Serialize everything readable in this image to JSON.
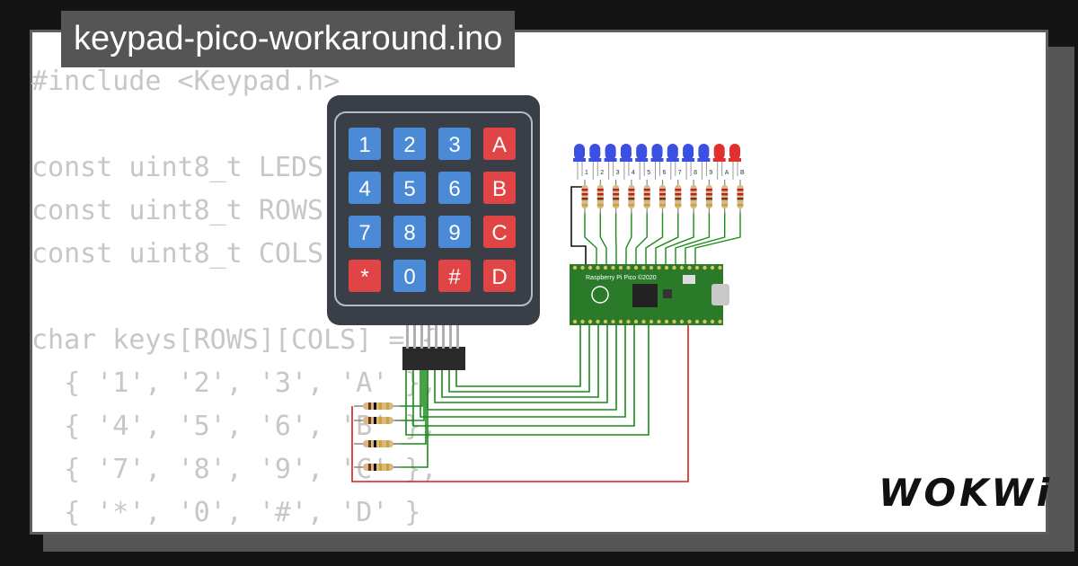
{
  "window": {
    "title": "keypad-pico-workaround.ino"
  },
  "code": {
    "lines": [
      "#include <Keypad.h>",
      "",
      "const uint8_t LEDS = 12;",
      "const uint8_t ROWS = 4;",
      "const uint8_t COLS = 4;",
      "",
      "char keys[ROWS][COLS] = {",
      "  { '1', '2', '3', 'A' },",
      "  { '4', '5', '6', 'B' },",
      "  { '7', '8', '9', 'C' },",
      "  { '*', '0', '#', 'D' }"
    ]
  },
  "keypad": {
    "keys": [
      {
        "label": "1",
        "color": "#4a8ad6"
      },
      {
        "label": "2",
        "color": "#4a8ad6"
      },
      {
        "label": "3",
        "color": "#4a8ad6"
      },
      {
        "label": "A",
        "color": "#e04444"
      },
      {
        "label": "4",
        "color": "#4a8ad6"
      },
      {
        "label": "5",
        "color": "#4a8ad6"
      },
      {
        "label": "6",
        "color": "#4a8ad6"
      },
      {
        "label": "B",
        "color": "#e04444"
      },
      {
        "label": "7",
        "color": "#4a8ad6"
      },
      {
        "label": "8",
        "color": "#4a8ad6"
      },
      {
        "label": "9",
        "color": "#4a8ad6"
      },
      {
        "label": "C",
        "color": "#e04444"
      },
      {
        "label": "*",
        "color": "#e04444"
      },
      {
        "label": "0",
        "color": "#4a8ad6"
      },
      {
        "label": "#",
        "color": "#e04444"
      },
      {
        "label": "D",
        "color": "#e04444"
      }
    ]
  },
  "leds": {
    "labels": [
      "1",
      "2",
      "3",
      "4",
      "5",
      "6",
      "7",
      "8",
      "9",
      "A",
      "B"
    ],
    "colors": [
      "#3b4fe0",
      "#3b4fe0",
      "#3b4fe0",
      "#3b4fe0",
      "#3b4fe0",
      "#3b4fe0",
      "#3b4fe0",
      "#3b4fe0",
      "#3b4fe0",
      "#e03030",
      "#e03030"
    ]
  },
  "pico": {
    "label": "Raspberry Pi Pico ©2020"
  },
  "brand": {
    "logo": "WOKWi"
  },
  "colors": {
    "wire_green": "#1a8a1a",
    "wire_red": "#d42020",
    "wire_black": "#111111",
    "board": "#2a7a2a"
  }
}
